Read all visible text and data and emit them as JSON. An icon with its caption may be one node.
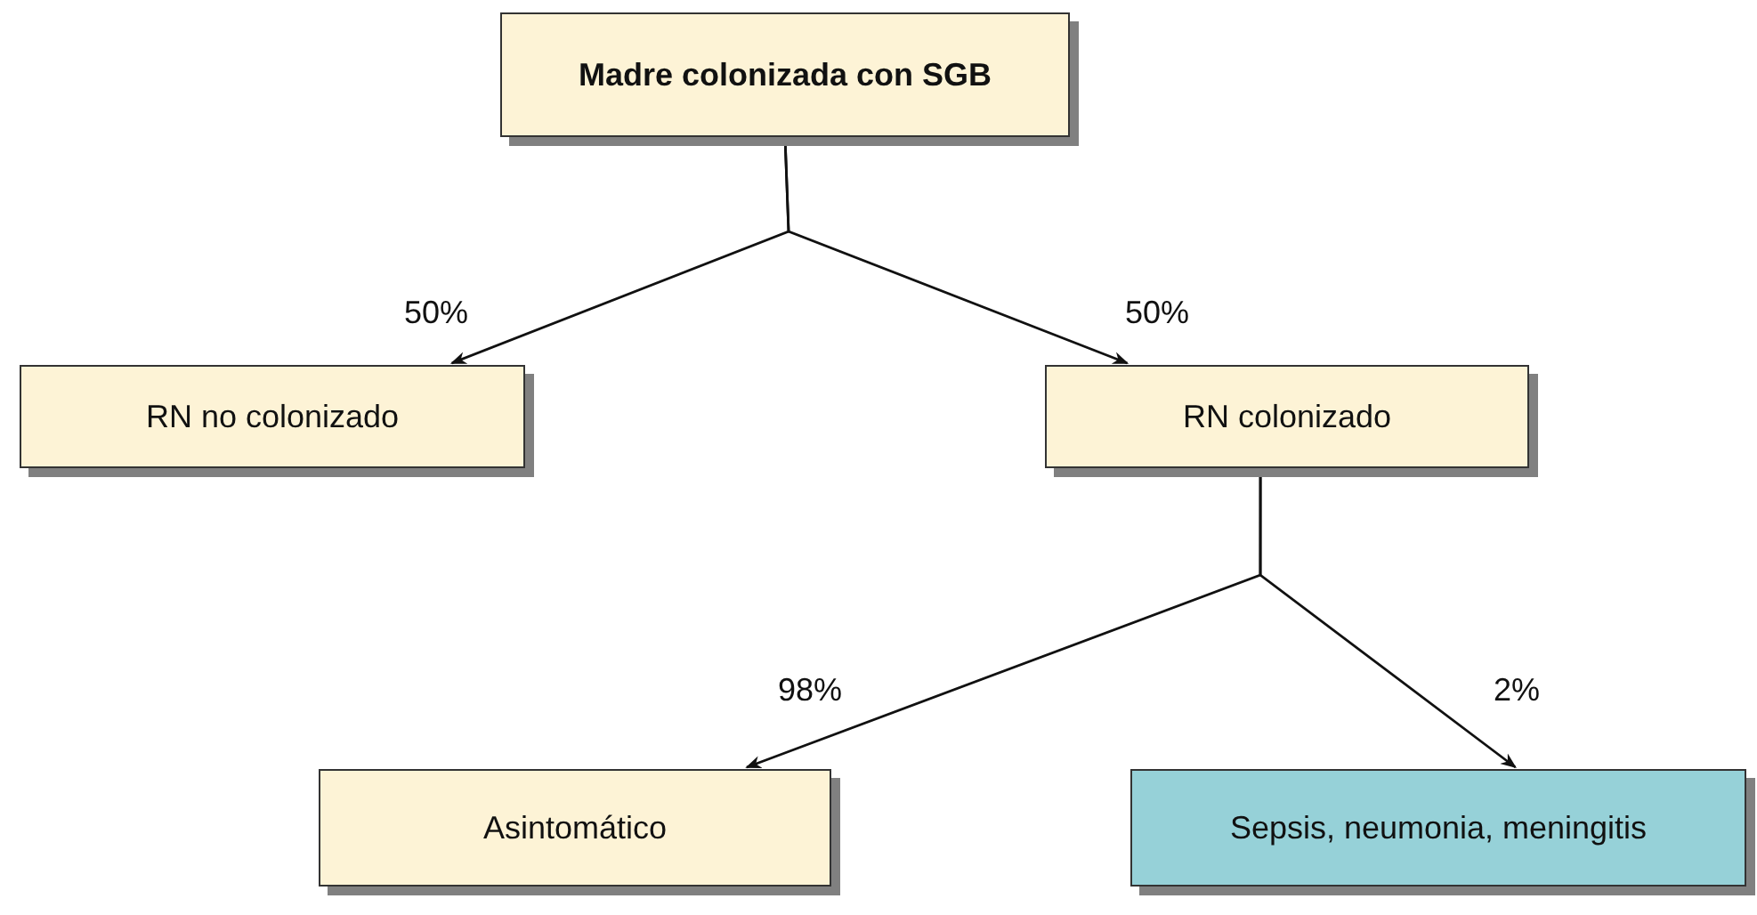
{
  "diagram": {
    "nodes": [
      {
        "text": [
          "Madre colonizada con SGB"
        ]
      },
      {
        "text": [
          "RN no colonizado"
        ]
      },
      {
        "text": [
          "RN colonizado"
        ]
      },
      {
        "text": [
          "Asintomático"
        ]
      },
      {
        "text": [
          "Sepsis, neumonia, meningitis"
        ]
      }
    ],
    "edges": [
      {
        "from": 0,
        "to": 1,
        "arrow": "to",
        "label": "50%"
      },
      {
        "from": 0,
        "to": 2,
        "arrow": "to",
        "label": "50%"
      },
      {
        "from": 2,
        "to": 3,
        "arrow": "to",
        "label": "98%"
      },
      {
        "from": 2,
        "to": 4,
        "arrow": "to",
        "label": "2%"
      }
    ]
  }
}
